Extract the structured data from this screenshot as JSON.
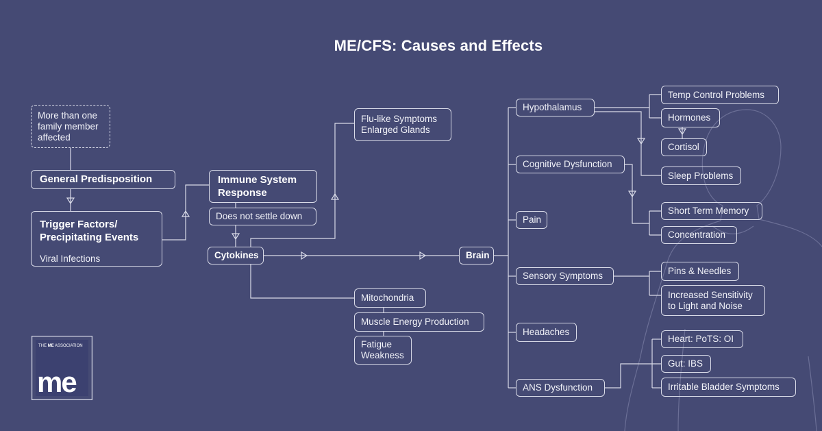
{
  "title": "ME/CFS: Causes and Effects",
  "colors": {
    "background": "#454a74",
    "line": "#d9dbe8",
    "text": "#ffffff"
  },
  "nodes": {
    "family": [
      "More than one",
      "family member",
      "affected"
    ],
    "predisposition": "General Predisposition",
    "trigger": [
      "Trigger Factors/",
      "Precipitating Events"
    ],
    "viral": "Viral Infections",
    "immune": [
      "Immune System",
      "Response"
    ],
    "not_settle": "Does not settle down",
    "cytokines": "Cytokines",
    "flu": [
      "Flu-like Symptoms",
      "Enlarged Glands"
    ],
    "mitochondria": "Mitochondria",
    "muscle": "Muscle Energy Production",
    "fatigue": [
      "Fatigue",
      "Weakness"
    ],
    "brain": "Brain",
    "hypothalamus": "Hypothalamus",
    "cognitive": "Cognitive Dysfunction",
    "pain": "Pain",
    "sensory": "Sensory Symptoms",
    "headaches": "Headaches",
    "ans": "ANS Dysfunction",
    "temp": "Temp Control Problems",
    "hormones": "Hormones",
    "cortisol": "Cortisol",
    "sleep": "Sleep Problems",
    "short_memory": "Short Term Memory",
    "concentration": "Concentration",
    "pins": "Pins & Needles",
    "sensitivity": [
      "Increased Sensitivity",
      "to Light and Noise"
    ],
    "heart": "Heart: PoTS: OI",
    "gut": "Gut: IBS",
    "bladder": "Irritable Bladder Symptoms"
  },
  "logo": {
    "small_text_pre": "THE",
    "small_text_bold": "ME",
    "small_text_post": "ASSOCIATION",
    "mark": "me"
  }
}
